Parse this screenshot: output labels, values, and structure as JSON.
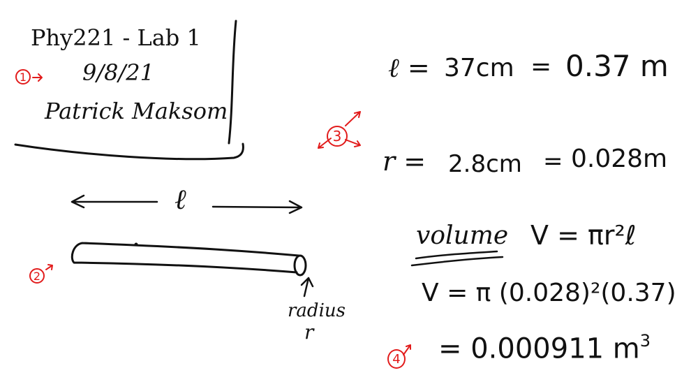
{
  "header_box": {
    "course": "Phy221 - Lab 1",
    "date": "9/8/21",
    "name": "Patrick Maksom"
  },
  "diagram": {
    "length_symbol": "ℓ",
    "radius_label": "radius",
    "radius_symbol": "r"
  },
  "markers": {
    "m1": "1",
    "m2": "2",
    "m3": "3",
    "m4": "4"
  },
  "equations": {
    "length_lhs": "ℓ =",
    "length_cm": "37cm",
    "length_eq": "=",
    "length_m": "0.37 m",
    "radius_lhs": "r =",
    "radius_cm": "2.8cm",
    "radius_eq": "=",
    "radius_m": "0.028m",
    "volume_word": "volume",
    "volume_formula": "V = πr²ℓ",
    "substitution": "V = π (0.028)²(0.37)",
    "result": "= 0.000911 m",
    "result_exp": "3"
  },
  "colors": {
    "ink": "#111111",
    "annotation": "#e21b1b"
  }
}
